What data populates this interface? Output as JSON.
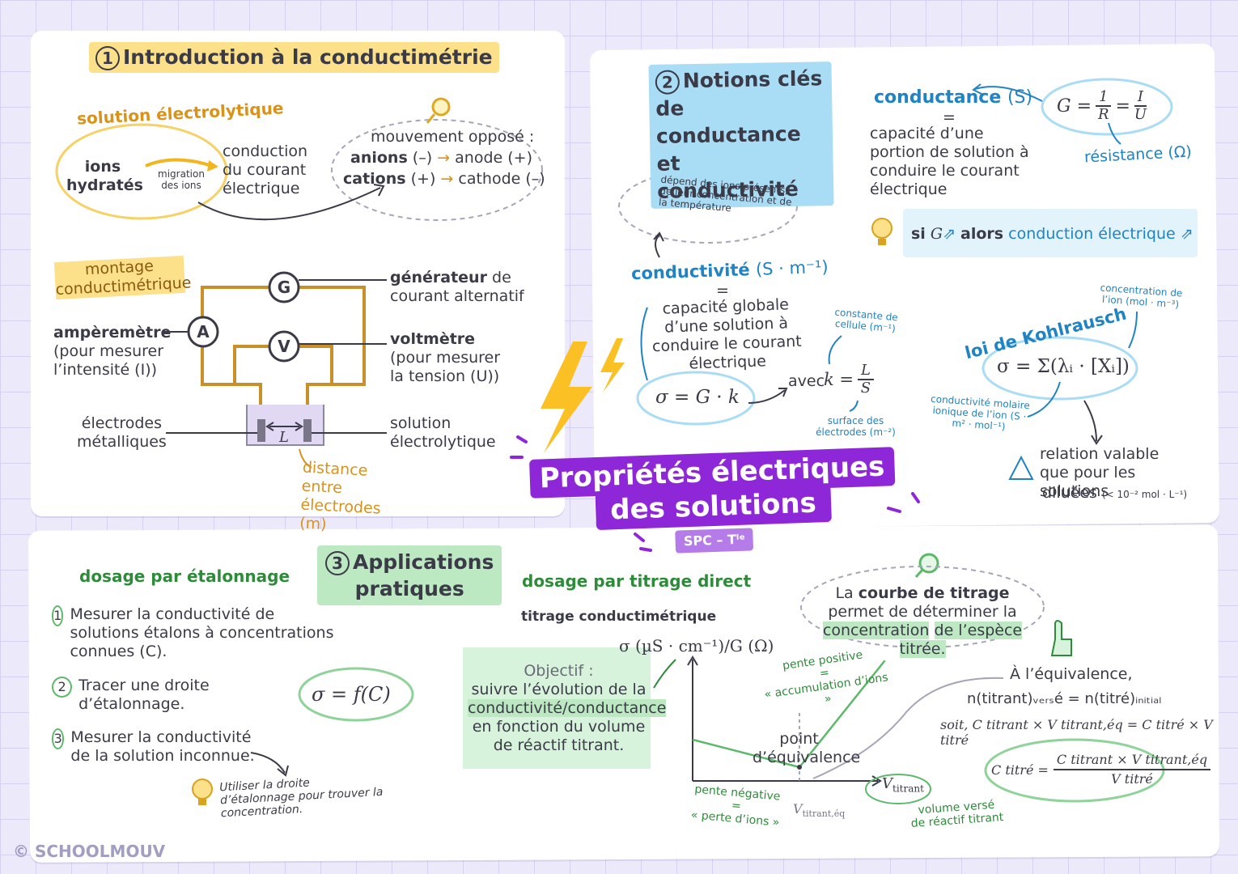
{
  "central": {
    "title_line1": "Propriétés électriques",
    "title_line2": "des solutions",
    "badge": "SPC – Tˡᵉ"
  },
  "colors": {
    "purple": "#8e27d8",
    "yellow": "#fde08a",
    "blue": "#a9dcf5",
    "green": "#bde9c2",
    "orange": "#d9931a",
    "accent_blue": "#1f83c4",
    "accent_green": "#2e8b3a"
  },
  "s1": {
    "num": "1",
    "title": "Introduction à la conductimétrie",
    "sol_title": "solution électrolytique",
    "ions": "ions hydratés",
    "migration": "migration des ions",
    "conduction": "conduction du courant électrique",
    "mouvement": "mouvement opposé :",
    "anions": "anions",
    "anions_sign": "(–)",
    "anode": "anode (+)",
    "cations": "cations",
    "cations_sign": "(+)",
    "cathode": "cathode (–)",
    "montage": "montage conductimétrique",
    "G": "G",
    "A": "A",
    "V": "V",
    "generateur_b": "générateur",
    "generateur_r": " de courant alternatif",
    "amperemetre_b": "ampèremètre",
    "amperemetre_r": "(pour mesurer l’intensité (I))",
    "voltmetre_b": "voltmètre",
    "voltmetre_r": "(pour mesurer la tension (U))",
    "electrodes": "électrodes métalliques",
    "solution": "solution électrolytique",
    "L": "L",
    "distance": "distance entre électrodes (m)"
  },
  "s2": {
    "num": "2",
    "title_1": "Notions clés",
    "title_2": "de conductance",
    "title_3": "et conductivité",
    "conductance": "conductance",
    "conductance_unit": "(S)",
    "eq": "=",
    "conductance_def": "capacité d’une portion de solution à conduire le courant électrique",
    "G_formula_left": "G =",
    "G_f1_num": "1",
    "G_f1_den": "R",
    "G_eq2": "=",
    "G_f2_num": "I",
    "G_f2_den": "U",
    "resistance": "résistance (Ω)",
    "depend": "dépend des ions présents, de leur concentration et de la température",
    "tip_si": "si",
    "tip_G": "G",
    "tip_up1": "⇗",
    "tip_alors": "alors",
    "tip_conduction": "conduction électrique",
    "tip_up2": "⇗",
    "conductivite": "conductivité",
    "conductivite_unit": "(S · m⁻¹)",
    "conductivite_def": "capacité globale d’une solution à conduire le courant électrique",
    "sigma_formula": "σ = G · k",
    "avec": "avec",
    "k_left": "k =",
    "k_num": "L",
    "k_den": "S",
    "constante": "constante de cellule (m⁻¹)",
    "surface": "surface des électrodes (m⁻²)",
    "kohl_title": "loi de Kohlrausch",
    "kohl_formula": "σ = Σ(λᵢ · [Xᵢ])",
    "concentration_ion": "concentration de l’ion (mol · m⁻³)",
    "cond_molaire": "conductivité molaire ionique de l’ion (S · m² · mol⁻¹)",
    "relation": "relation valable que pour les solutions",
    "diluees": "diluées",
    "diluees_small": "(< 10⁻² mol · L⁻¹)"
  },
  "s3": {
    "num": "3",
    "title_1": "Applications",
    "title_2": "pratiques",
    "etal_title": "dosage par étalonnage",
    "steps": [
      {
        "n": "1",
        "text": "Mesurer la conductivité de solutions étalons à concentrations connues (C)."
      },
      {
        "n": "2",
        "text": "Tracer une droite d’étalonnage."
      },
      {
        "n": "3",
        "text": "Mesurer la conductivité de la solution inconnue."
      }
    ],
    "f_formula": "σ = f(C)",
    "tip": "Utiliser la droite d’étalonnage pour trouver la concentration.",
    "titrage_title": "dosage par titrage direct",
    "titrage_sub": "titrage conductimétrique",
    "courbe_1": "La ",
    "courbe_b": "courbe de titrage",
    "courbe_2": " permet de déterminer la ",
    "courbe_hl1": "concentration",
    "courbe_3": " ",
    "courbe_hl2": "de l’espèce titrée.",
    "obj_title": "Objectif :",
    "obj_1": "suivre l’évolution de la",
    "obj_hl": "conductivité/conductance",
    "obj_2": "en fonction du volume de réactif titrant.",
    "y_axis": "σ (µS · cm⁻¹)/G (Ω)",
    "x_axis": "V",
    "x_axis_sub": "titrant",
    "pente_pos": "pente positive",
    "pente_pos_eq": "=",
    "pente_pos_q": "« accumulation d’ions »",
    "pente_neg": "pente négative",
    "pente_neg_eq": "=",
    "pente_neg_q": "« perte d’ions »",
    "point_eq": "point d’équivalence",
    "veq": "V",
    "veq_sub": "titrant,éq",
    "volume_verse": "volume versé de réactif titrant",
    "equivalence": "À l’équivalence,",
    "eq_line1": "n(titrant)ᵥₑᵣₛé = n(titré)ᵢₙᵢₜᵢₐₗ",
    "eq_line2": "soit, C titrant × V titrant,éq = C titré × V titré",
    "cfinal_left": "C titré =",
    "cfinal_num": "C titrant × V titrant,éq",
    "cfinal_den": "V titré"
  },
  "footer": {
    "copyright": "©",
    "brand": "SCHOOLMOUV"
  },
  "chart_data": {
    "type": "line",
    "title": "",
    "xlabel": "V titrant",
    "ylabel": "σ (µS · cm⁻¹)/G (Ω)",
    "series": [
      {
        "name": "pente négative",
        "x": [
          0,
          1
        ],
        "y": [
          0.6,
          0.2
        ]
      },
      {
        "name": "pente positive",
        "x": [
          1,
          1.8
        ],
        "y": [
          0.2,
          1.75
        ]
      }
    ],
    "annotations": [
      "point d’équivalence",
      "V titrant,éq"
    ]
  }
}
